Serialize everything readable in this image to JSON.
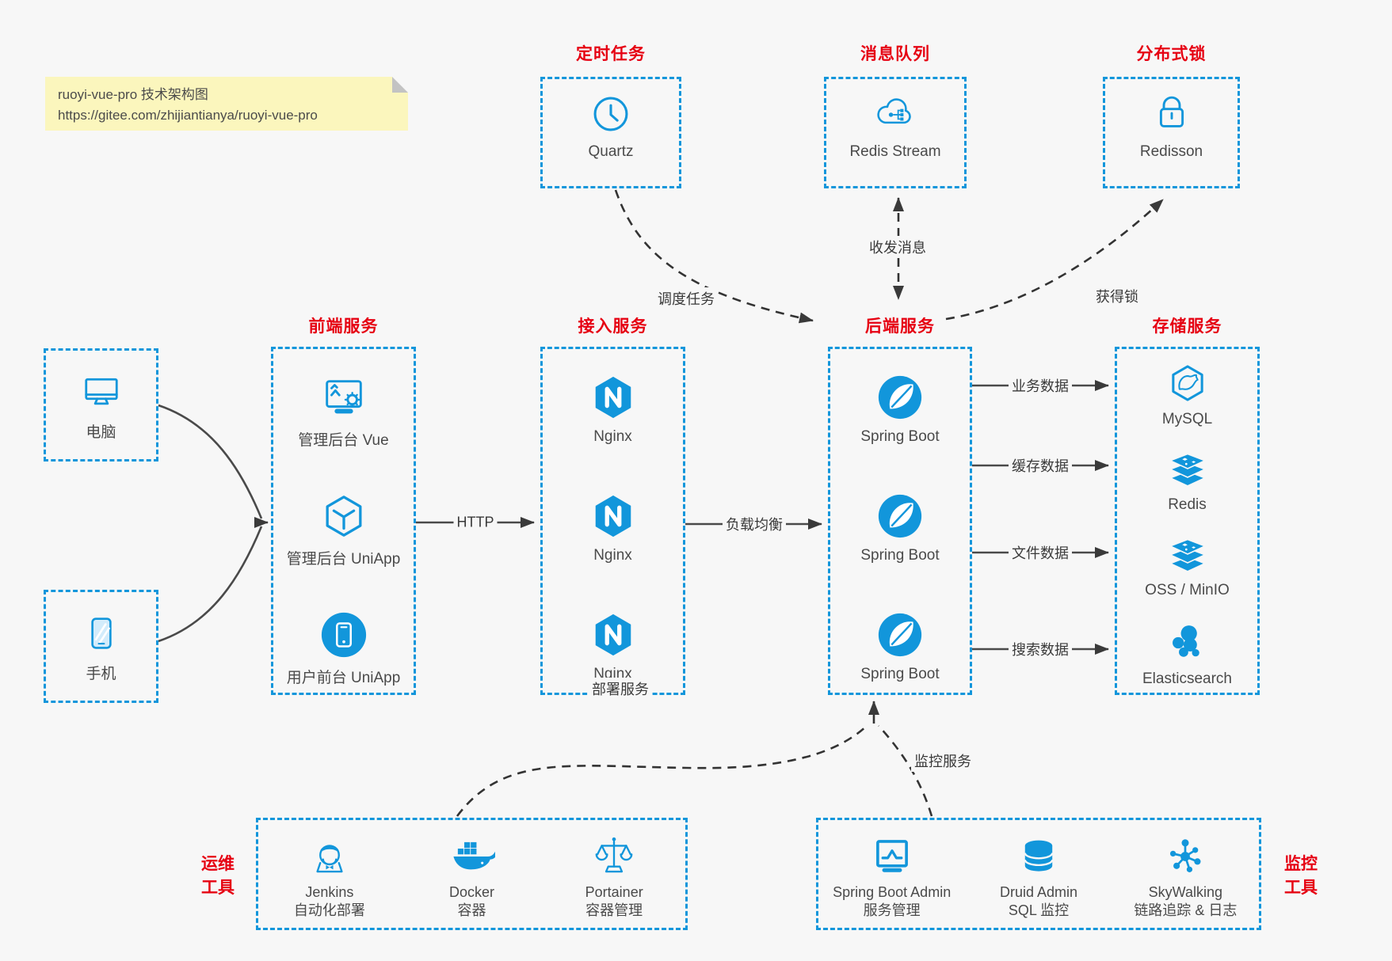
{
  "note": {
    "line1": "ruoyi-vue-pro 技术架构图",
    "line2": "https://gitee.com/zhijiantianya/ruoyi-vue-pro"
  },
  "colors": {
    "accent_blue": "#1296db",
    "title_red": "#e60012",
    "arrow_dark": "#3a3a3a",
    "note_bg": "#fbf6bd",
    "canvas_bg": "#f7f7f7"
  },
  "top_groups": [
    {
      "title": "定时任务",
      "item": {
        "label": "Quartz",
        "icon": "clock-icon"
      }
    },
    {
      "title": "消息队列",
      "item": {
        "label": "Redis Stream",
        "icon": "mq-cloud-icon"
      }
    },
    {
      "title": "分布式锁",
      "item": {
        "label": "Redisson",
        "icon": "lock-icon"
      }
    }
  ],
  "clients": [
    {
      "label": "电脑",
      "icon": "desktop-icon"
    },
    {
      "label": "手机",
      "icon": "mobile-icon"
    }
  ],
  "columns": [
    {
      "title": "前端服务",
      "items": [
        {
          "label": "管理后台 Vue",
          "icon": "admin-vue-icon"
        },
        {
          "label": "管理后台 UniApp",
          "icon": "uniapp-cube-icon"
        },
        {
          "label": "用户前台 UniApp",
          "icon": "user-uniapp-icon"
        }
      ]
    },
    {
      "title": "接入服务",
      "items": [
        {
          "label": "Nginx",
          "icon": "nginx-icon"
        },
        {
          "label": "Nginx",
          "icon": "nginx-icon"
        },
        {
          "label": "Nginx",
          "icon": "nginx-icon"
        }
      ]
    },
    {
      "title": "后端服务",
      "items": [
        {
          "label": "Spring Boot",
          "icon": "spring-boot-icon"
        },
        {
          "label": "Spring Boot",
          "icon": "spring-boot-icon"
        },
        {
          "label": "Spring Boot",
          "icon": "spring-boot-icon"
        }
      ]
    },
    {
      "title": "存储服务",
      "items": [
        {
          "label": "MySQL",
          "icon": "mysql-icon"
        },
        {
          "label": "Redis",
          "icon": "redis-icon"
        },
        {
          "label": "OSS / MinIO",
          "icon": "oss-minio-icon"
        },
        {
          "label": "Elasticsearch",
          "icon": "elasticsearch-icon"
        }
      ]
    }
  ],
  "edges": {
    "http": "HTTP",
    "load_balance": "负载均衡",
    "business": "业务数据",
    "cache": "缓存数据",
    "file": "文件数据",
    "search": "搜索数据",
    "schedule": "调度任务",
    "message": "收发消息",
    "lock": "获得锁",
    "deploy": "部署服务",
    "monitor": "监控服务"
  },
  "ops_group": {
    "label_line1": "运维",
    "label_line2": "工具",
    "items": [
      {
        "name": "Jenkins",
        "desc": "自动化部署",
        "icon": "jenkins-icon"
      },
      {
        "name": "Docker",
        "desc": "容器",
        "icon": "docker-icon"
      },
      {
        "name": "Portainer",
        "desc": "容器管理",
        "icon": "portainer-icon"
      }
    ]
  },
  "monitor_group": {
    "label_line1": "监控",
    "label_line2": "工具",
    "items": [
      {
        "name": "Spring Boot Admin",
        "desc": "服务管理",
        "icon": "spring-boot-admin-icon"
      },
      {
        "name": "Druid Admin",
        "desc": "SQL 监控",
        "icon": "druid-icon"
      },
      {
        "name": "SkyWalking",
        "desc": "链路追踪 & 日志",
        "icon": "skywalking-icon"
      }
    ]
  }
}
